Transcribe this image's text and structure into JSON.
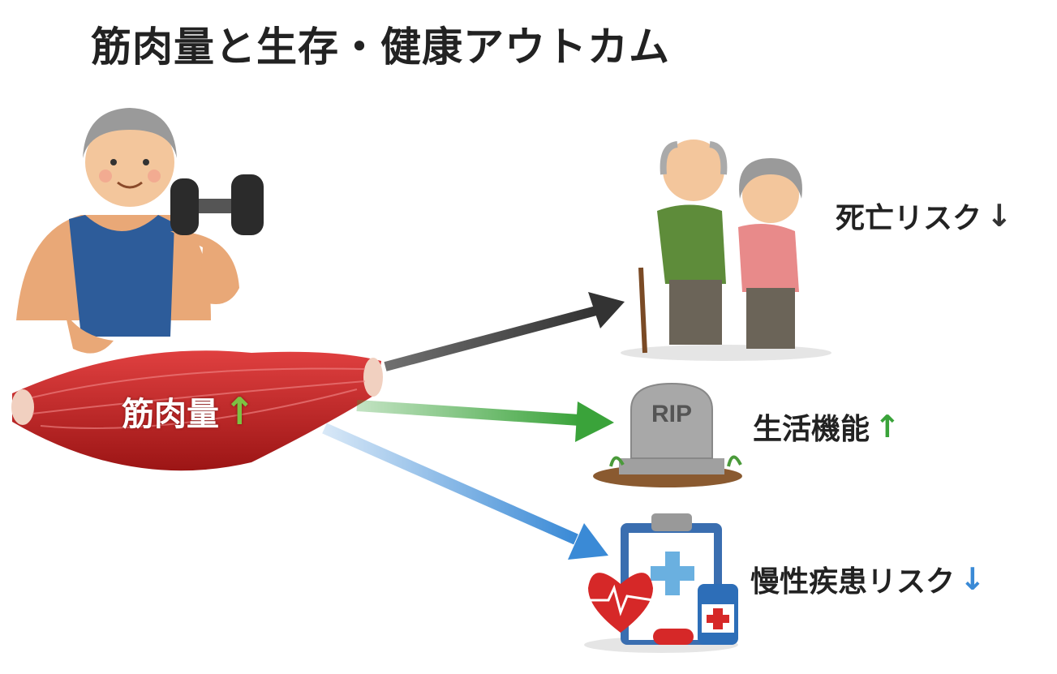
{
  "title": "筋肉量と生存・健康アウトカム",
  "muscle": {
    "label": "筋肉量",
    "arrow": "↑",
    "arrow_color": "#7cc242"
  },
  "tombstone_text": "RIP",
  "outcomes": [
    {
      "label": "死亡リスク",
      "arrow": "↓",
      "arrow_color": "#333333",
      "line_color": "#333333"
    },
    {
      "label": "生活機能",
      "arrow": "↑",
      "arrow_color": "#3aa33a",
      "line_color": "#3aa33a"
    },
    {
      "label": "慢性疾患リスク",
      "arrow": "↓",
      "arrow_color": "#3a8ad6",
      "line_color": "#3a8ad6"
    }
  ]
}
